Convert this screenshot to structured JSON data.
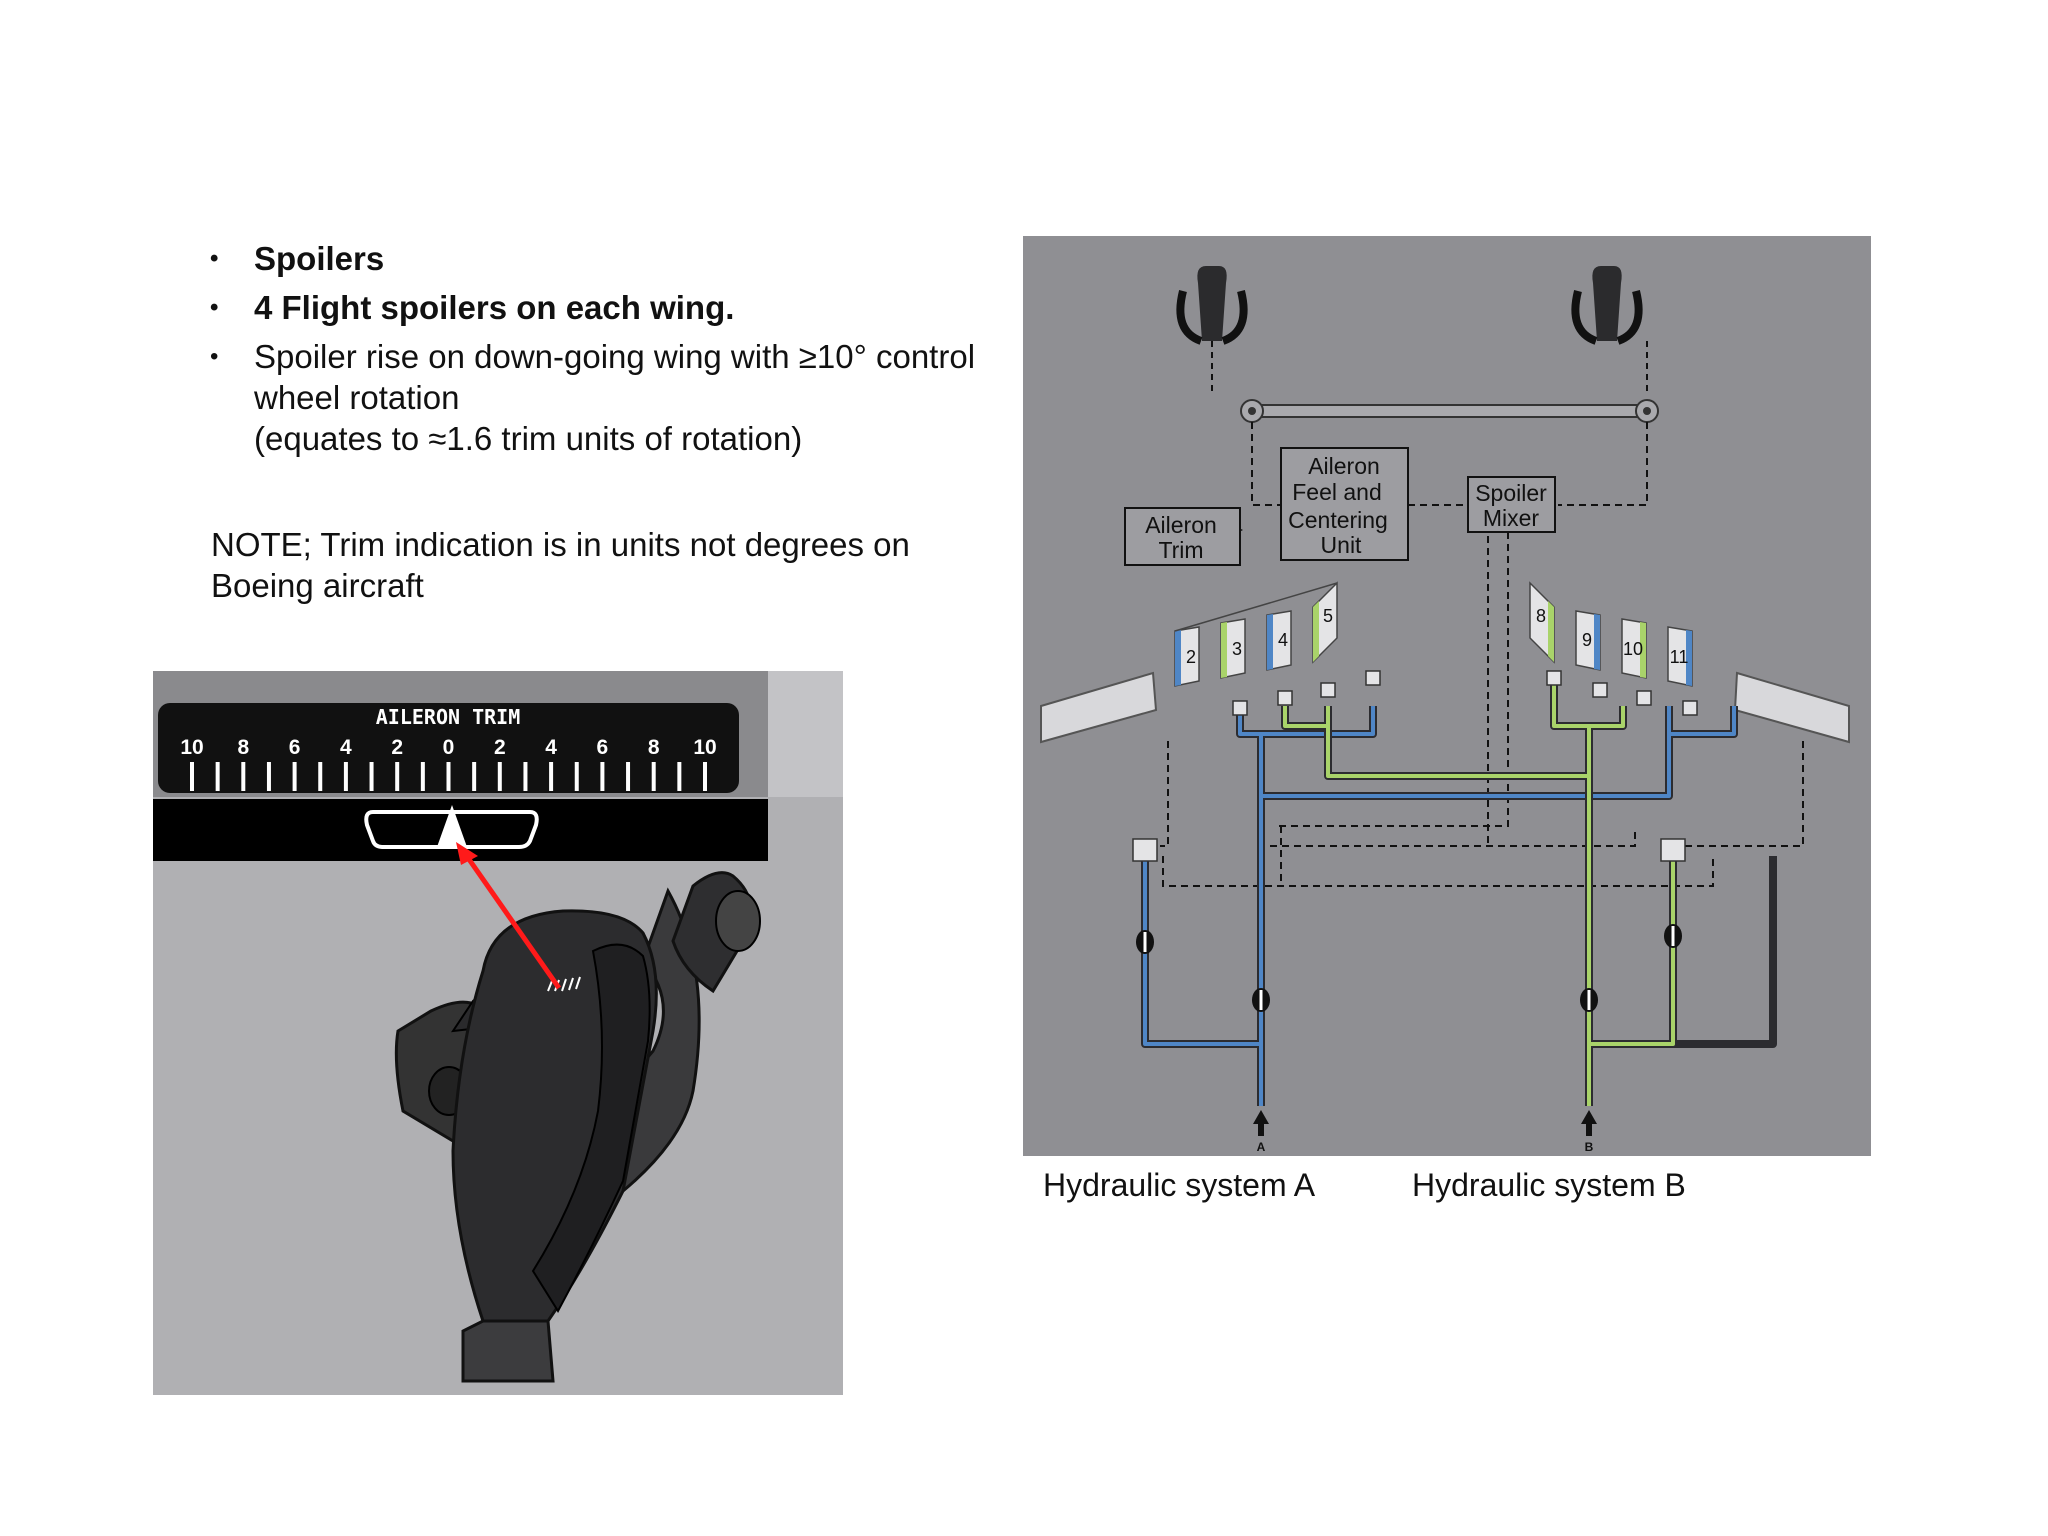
{
  "bullets": [
    {
      "text": "Spoilers",
      "bold": true
    },
    {
      "text": "4 Flight spoilers on each wing.",
      "bold": true
    },
    {
      "lines": [
        "Spoiler rise on down-going wing with ≥10° control",
        "wheel rotation",
        "(equates to ≈1.6 trim units of rotation)"
      ],
      "bold": false
    }
  ],
  "note": [
    "NOTE; Trim indication is in units not degrees on",
    "Boeing aircraft"
  ],
  "trim_indicator": {
    "title": "AILERON TRIM",
    "scale": [
      "10",
      "8",
      "6",
      "4",
      "2",
      "0",
      "2",
      "4",
      "6",
      "8",
      "10"
    ],
    "arrow_color": "#ff1a1a"
  },
  "schematic": {
    "aileron_trim": [
      "Aileron",
      "Trim"
    ],
    "feel_unit": [
      "Aileron",
      "Feel and",
      "Centering",
      "Unit"
    ],
    "spoiler_mixer": [
      "Spoiler",
      "Mixer"
    ],
    "left_spoilers": [
      "2",
      "3",
      "4",
      "5"
    ],
    "right_spoilers": [
      "8",
      "9",
      "10",
      "11"
    ],
    "sys_a_letter": "A",
    "sys_b_letter": "B",
    "label_a": "Hydraulic system A",
    "label_b": "Hydraulic system B",
    "colors": {
      "system_a": "#4f86c6",
      "system_b": "#a9d36a",
      "background": "#8f8f93"
    }
  }
}
